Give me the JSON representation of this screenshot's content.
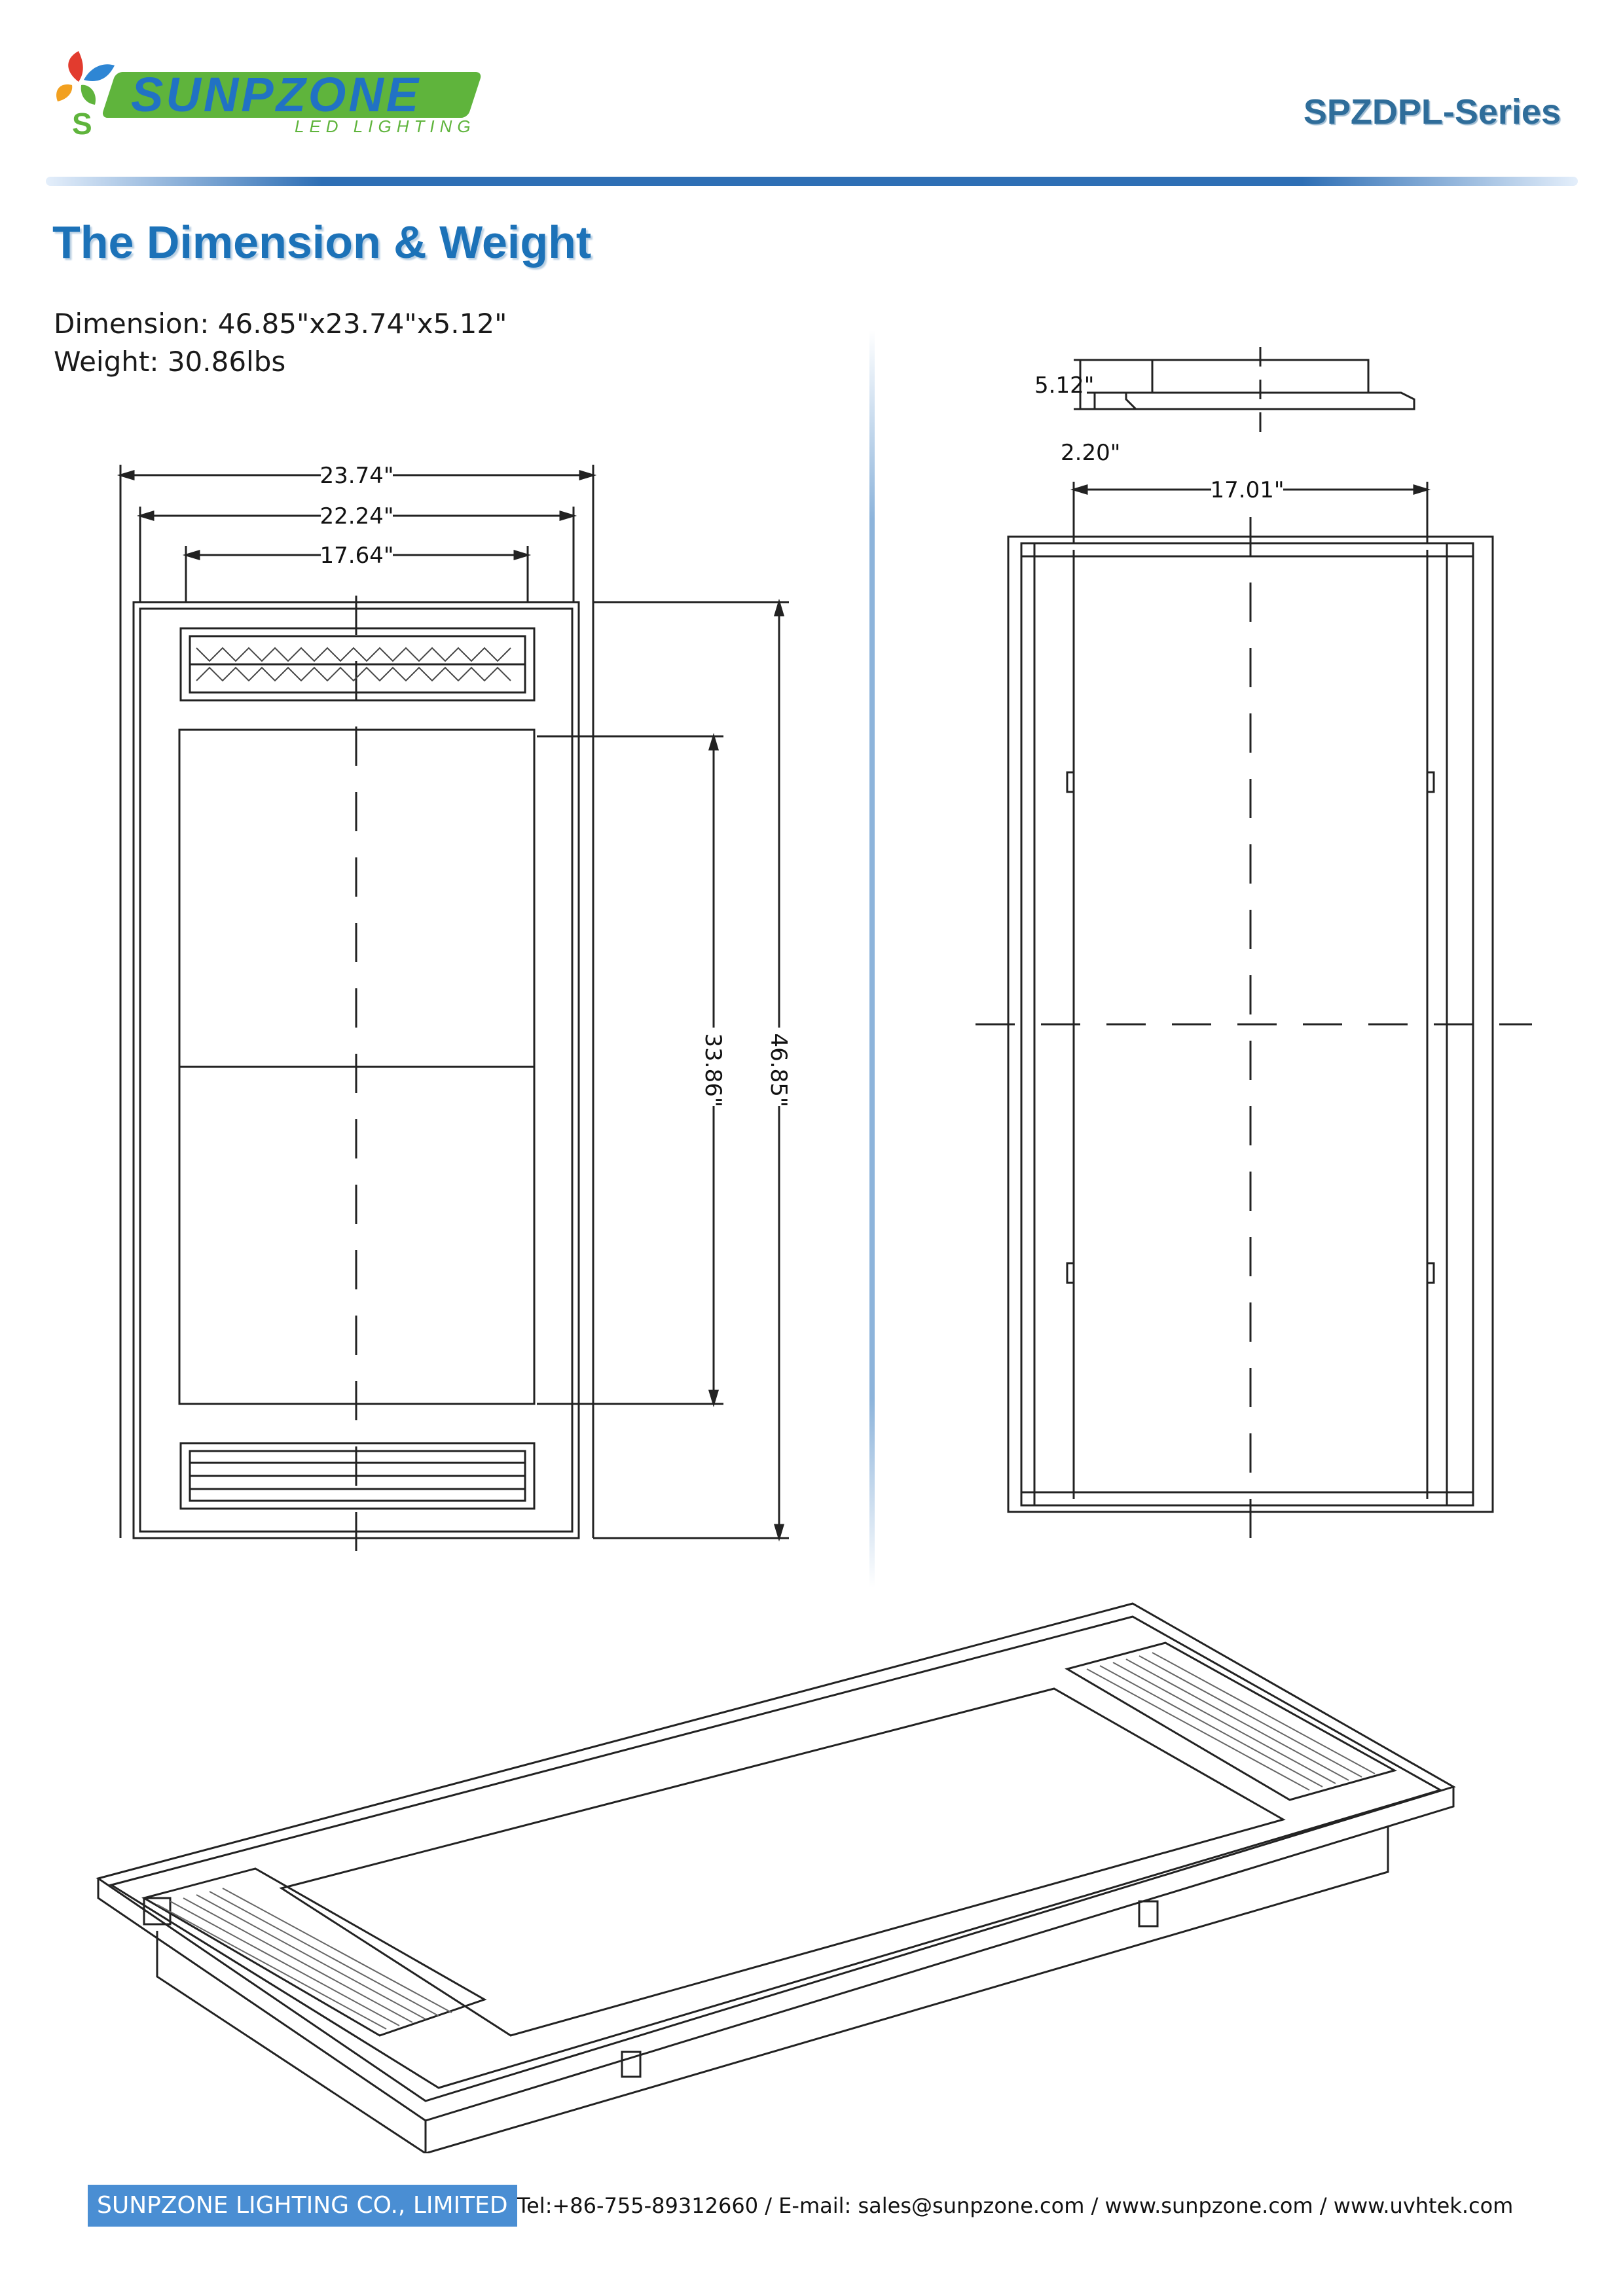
{
  "header": {
    "logo_text": "SUNPZONE",
    "logo_subtext": "LED LIGHTING",
    "series": "SPZDPL-Series"
  },
  "title": "The Dimension & Weight",
  "specs": {
    "dimension": "Dimension: 46.85\"x23.74\"x5.12\"",
    "weight": "Weight: 30.86lbs"
  },
  "front_view": {
    "width_outer": "23.74\"",
    "width_inner": "22.24\"",
    "width_panel": "17.64\"",
    "height_panel": "33.86\"",
    "height_total": "46.85\""
  },
  "side_view": {
    "height_total": "5.12\"",
    "height_base": "2.20\""
  },
  "back_view": {
    "width": "17.01\""
  },
  "footer": {
    "company": "SUNPZONE LIGHTING CO., LIMITED",
    "contact": "Tel:+86-755-89312660 / E-mail: sales@sunpzone.com / www.sunpzone.com / www.uvhtek.com"
  },
  "colors": {
    "accent": "#1c72b8",
    "rule": "#2e6fb5",
    "footer_bg": "#4a8ed3"
  }
}
